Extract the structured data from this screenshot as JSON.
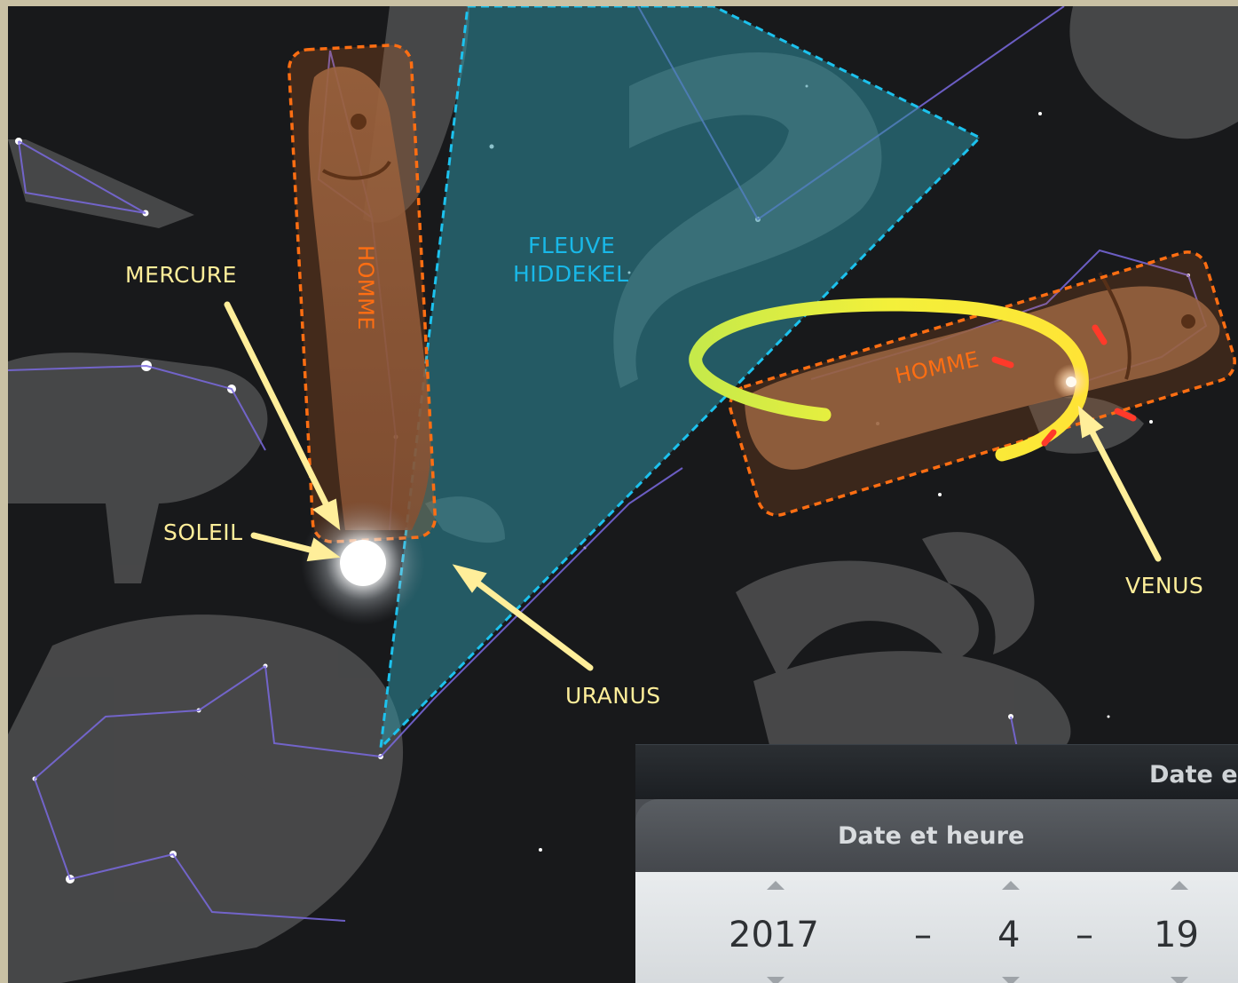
{
  "labels": {
    "mercure": "MERCURE",
    "soleil": "SOLEIL",
    "uranus": "URANUS",
    "venus": "VENUS",
    "fleuve_line1": "FLEUVE",
    "fleuve_line2": "HIDDEKEL",
    "homme_vertical": "HOMME",
    "homme_horizontal": "HOMME"
  },
  "colors": {
    "annotation_yellow": "#ffee9a",
    "river_blue": "#19b8e8",
    "homme_orange": "#ff6e12"
  },
  "date_panel": {
    "window_title": "Date e",
    "section_title": "Date et heure",
    "year": "2017",
    "month": "4",
    "day": "19",
    "separator": "–",
    "up_icon": "triangle-up",
    "down_icon": "triangle-down"
  }
}
